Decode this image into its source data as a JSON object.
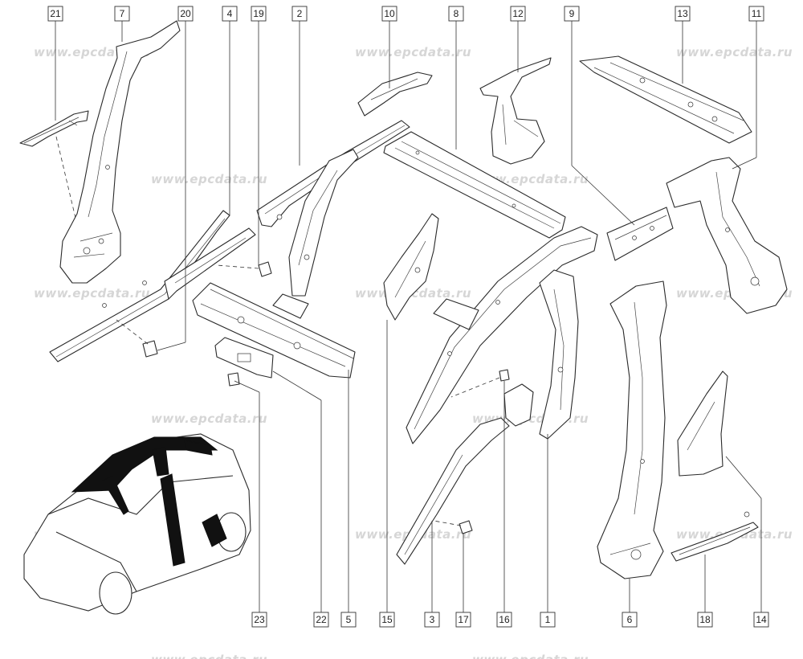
{
  "watermark": {
    "text": "www.epcdata.ru",
    "color": "#d6d6d6"
  },
  "callouts": [
    {
      "id": "21",
      "label": "21"
    },
    {
      "id": "7",
      "label": "7"
    },
    {
      "id": "20",
      "label": "20"
    },
    {
      "id": "4",
      "label": "4"
    },
    {
      "id": "19",
      "label": "19"
    },
    {
      "id": "2",
      "label": "2"
    },
    {
      "id": "10",
      "label": "10"
    },
    {
      "id": "8",
      "label": "8"
    },
    {
      "id": "12",
      "label": "12"
    },
    {
      "id": "9",
      "label": "9"
    },
    {
      "id": "13",
      "label": "13"
    },
    {
      "id": "11",
      "label": "11"
    },
    {
      "id": "23",
      "label": "23"
    },
    {
      "id": "22",
      "label": "22"
    },
    {
      "id": "5",
      "label": "5"
    },
    {
      "id": "15",
      "label": "15"
    },
    {
      "id": "3",
      "label": "3"
    },
    {
      "id": "17",
      "label": "17"
    },
    {
      "id": "16",
      "label": "16"
    },
    {
      "id": "1",
      "label": "1"
    },
    {
      "id": "6",
      "label": "6"
    },
    {
      "id": "18",
      "label": "18"
    },
    {
      "id": "14",
      "label": "14"
    }
  ],
  "colors": {
    "line": "#2a2a2a",
    "highlight": "#111111",
    "background": "#ffffff"
  }
}
